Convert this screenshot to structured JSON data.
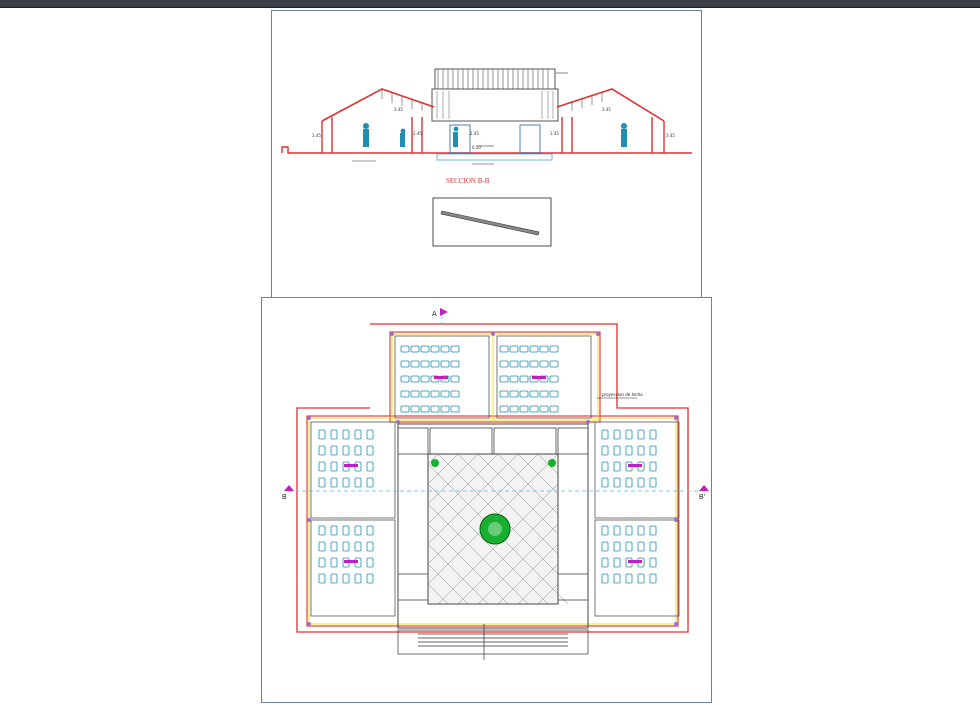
{
  "section_title": "SECCION B-B",
  "cut_marks": {
    "a": "A",
    "b_left": "B",
    "b_right": "B'"
  },
  "colors": {
    "wall": "#e03030",
    "fixture": "#1f8fb0",
    "axis": "#f0e030",
    "roof": "#555555",
    "tree": "#18b030",
    "magenta": "#c020c0"
  },
  "elevation_levels": [
    "3.45",
    "3.45",
    "2.45",
    "2.45",
    "3.45",
    "3.45",
    "3.45",
    "0.50"
  ],
  "annotation_small": "proyeccion de techo"
}
